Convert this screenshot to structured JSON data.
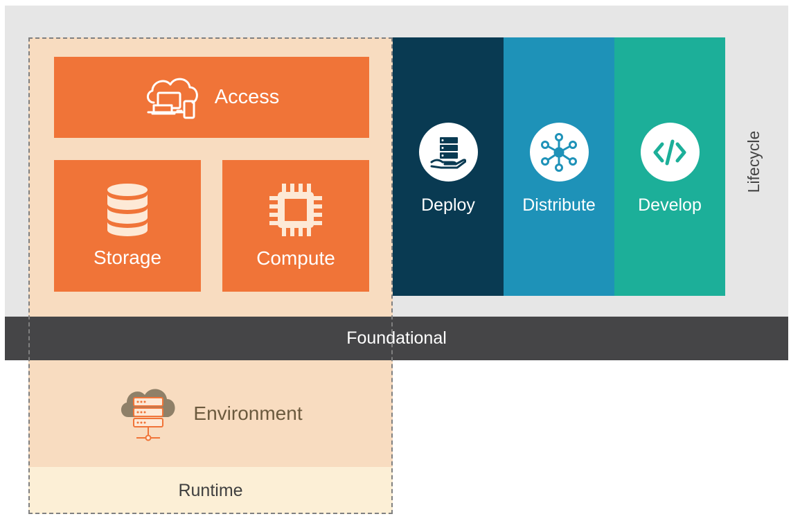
{
  "colors": {
    "lifecycle_bg": "#e6e6e6",
    "runtime_zone": "#f8dcc0",
    "runtime_strip": "#fcefd6",
    "orange": "#f07438",
    "deploy": "#093a52",
    "distribute": "#1e92b8",
    "develop": "#1caf99",
    "foundational": "#454547"
  },
  "blocks": {
    "access": {
      "label": "Access",
      "icon": "cloud-devices-icon"
    },
    "storage": {
      "label": "Storage",
      "icon": "database-icon"
    },
    "compute": {
      "label": "Compute",
      "icon": "cpu-chip-icon"
    },
    "deploy": {
      "label": "Deploy",
      "icon": "server-hand-icon"
    },
    "distribute": {
      "label": "Distribute",
      "icon": "network-nodes-icon"
    },
    "develop": {
      "label": "Develop",
      "icon": "code-icon"
    },
    "environment": {
      "label": "Environment",
      "icon": "cloud-server-icon"
    }
  },
  "layers": {
    "lifecycle": "Lifecycle",
    "foundational": "Foundational",
    "runtime": "Runtime"
  }
}
